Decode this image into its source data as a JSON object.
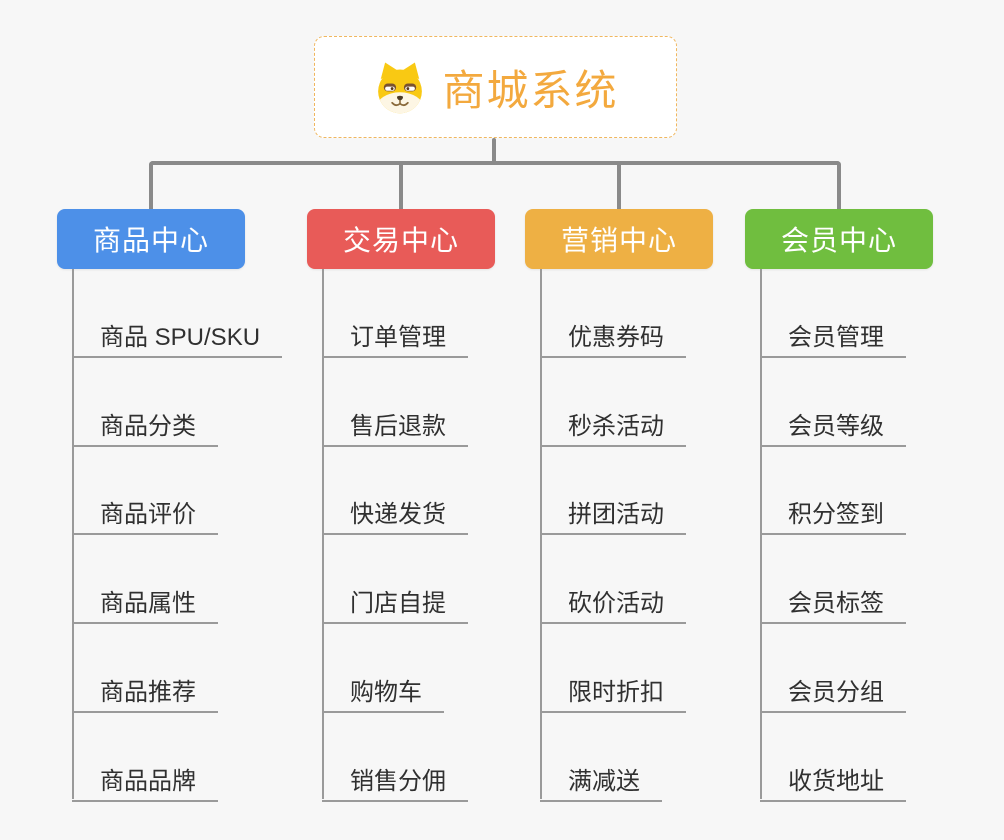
{
  "page": {
    "background": "#f7f7f7",
    "connector_color": "#8a8a8a",
    "line_color": "#9a9a9a"
  },
  "root": {
    "title": "商城系统",
    "icon": "dog-face-icon",
    "text_color": "#f3a93e",
    "border_color": "#f0b75f"
  },
  "branches": [
    {
      "label": "商品中心",
      "color": "#4d90e8",
      "items": [
        "商品 SPU/SKU",
        "商品分类",
        "商品评价",
        "商品属性",
        "商品推荐",
        "商品品牌"
      ]
    },
    {
      "label": "交易中心",
      "color": "#e85b58",
      "items": [
        "订单管理",
        "售后退款",
        "快递发货",
        "门店自提",
        "购物车",
        "销售分佣"
      ]
    },
    {
      "label": "营销中心",
      "color": "#eeb044",
      "items": [
        "优惠券码",
        "秒杀活动",
        "拼团活动",
        "砍价活动",
        "限时折扣",
        "满减送"
      ]
    },
    {
      "label": "会员中心",
      "color": "#70be3f",
      "items": [
        "会员管理",
        "会员等级",
        "积分签到",
        "会员标签",
        "会员分组",
        "收货地址"
      ]
    }
  ]
}
